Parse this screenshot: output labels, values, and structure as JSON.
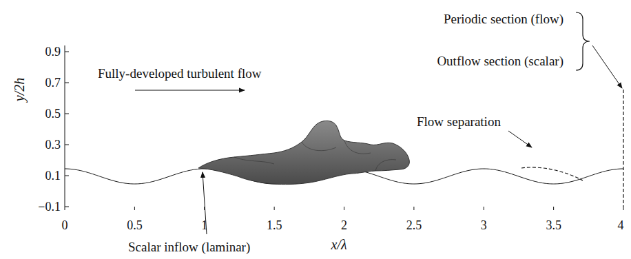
{
  "diagram": {
    "labels": [
      "Periodic section (flow)",
      "Outflow section (scalar)",
      "Fully-developed turbulent flow",
      "Flow separation",
      "0.9",
      "0.7",
      "0.5",
      "0.3",
      "0.1",
      "−0.1",
      "y/2h",
      "0",
      "0.5",
      "1",
      "1.5",
      "2",
      "2.5",
      "3",
      "3.5",
      "4",
      "Scalar inflow (laminar)",
      "x/λ"
    ]
  }
}
